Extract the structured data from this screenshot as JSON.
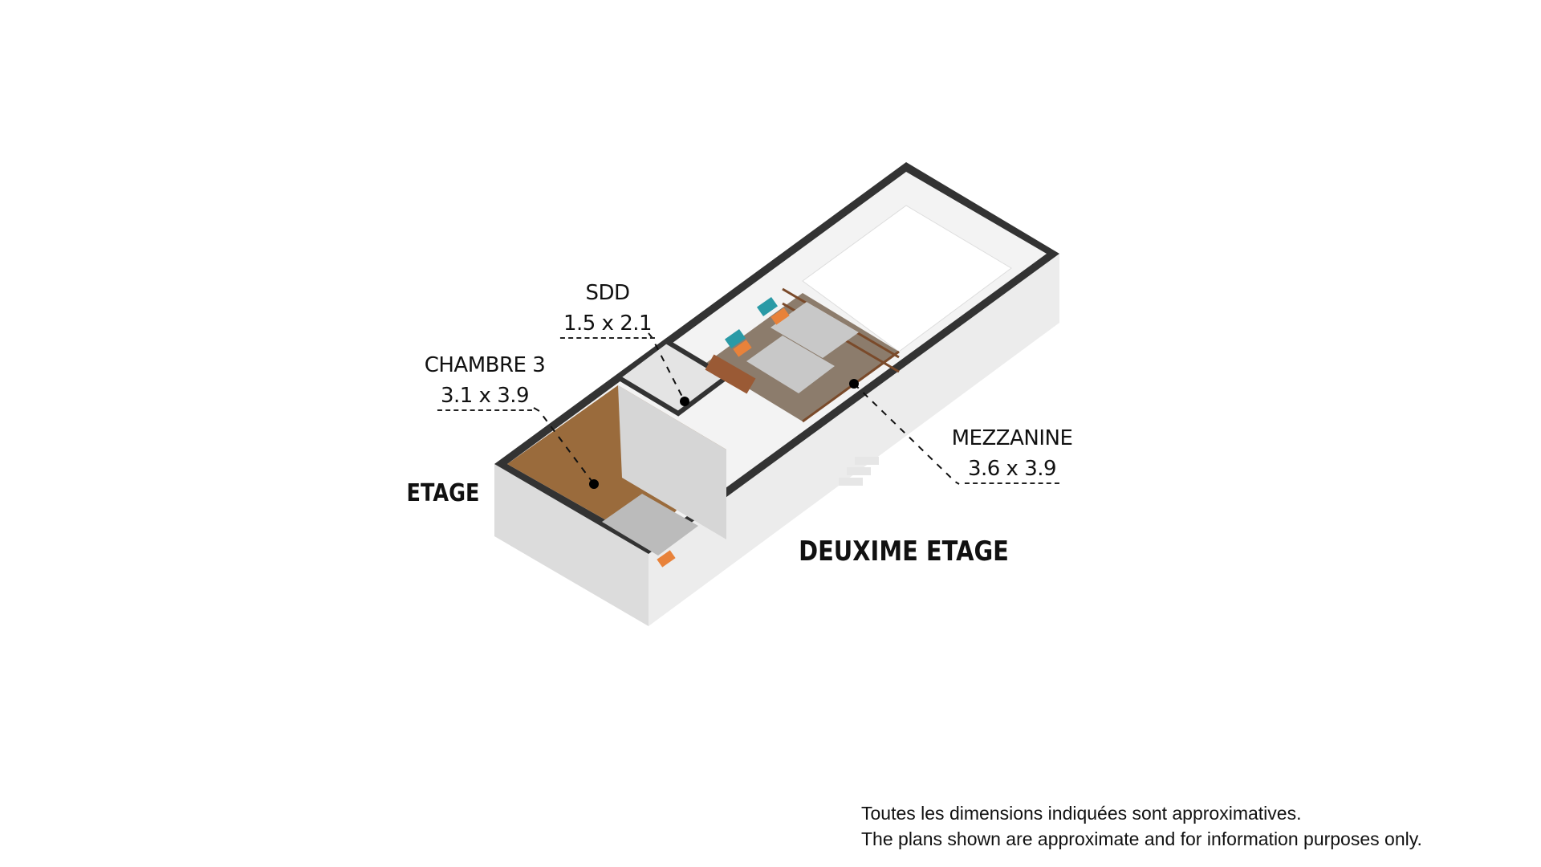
{
  "rooms": [
    {
      "name": "CHAMBRE 3",
      "dimensions": "3.1 x 3.9"
    },
    {
      "name": "SDD",
      "dimensions": "1.5 x 2.1"
    },
    {
      "name": "MEZZANINE",
      "dimensions": "3.6 x 3.9"
    }
  ],
  "labels": {
    "etage": "ETAGE",
    "floor_title": "DEUXIME ETAGE"
  },
  "disclaimer": {
    "fr": "Toutes les dimensions indiquées sont approximatives.",
    "en": "The plans shown are approximate and for information purposes only."
  },
  "colors": {
    "wall": "#333333",
    "floor_wood": "#9a6b3c",
    "floor_mezz": "#8c7c6c",
    "accent_orange": "#e8823a",
    "accent_teal": "#2a9aa6"
  }
}
